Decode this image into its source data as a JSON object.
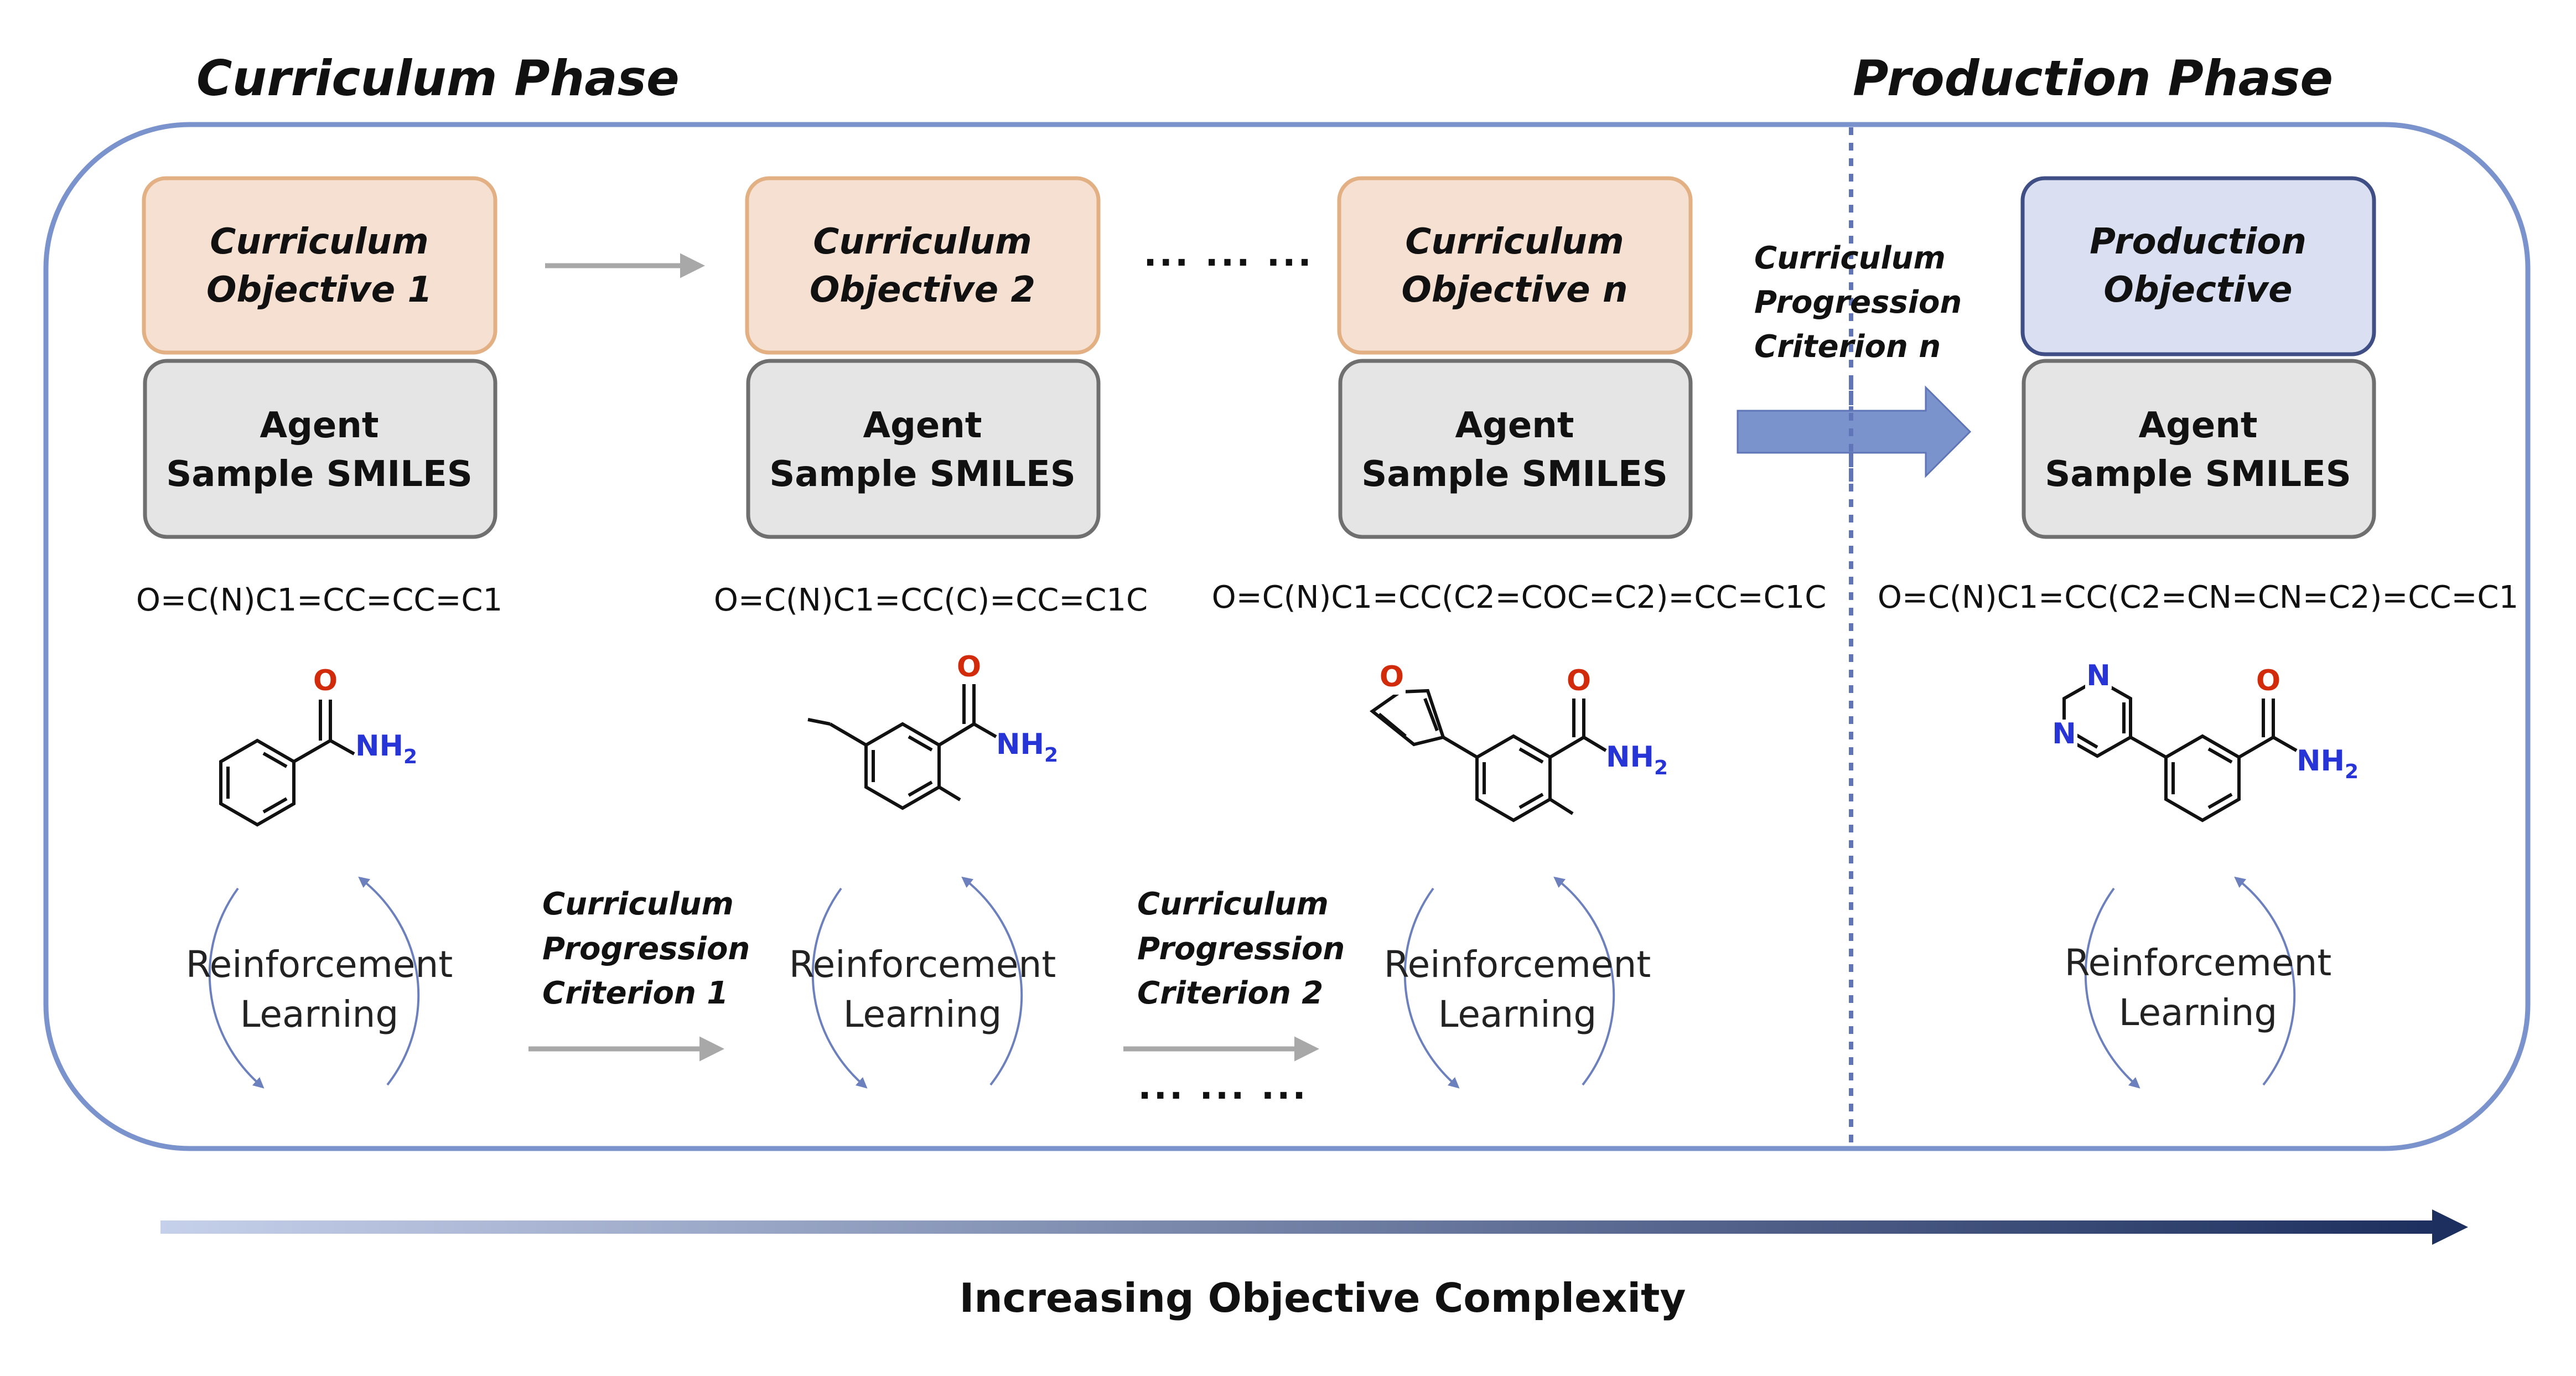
{
  "phases": {
    "curriculum": "Curriculum Phase",
    "production": "Production Phase"
  },
  "stages": [
    {
      "objective_line1": "Curriculum",
      "objective_line2": "Objective 1",
      "agent_line1": "Agent",
      "agent_line2": "Sample SMILES",
      "smiles": "O=C(N)C1=CC=CC=C1",
      "rl_line1": "Reinforcement",
      "rl_line2": "Learning"
    },
    {
      "objective_line1": "Curriculum",
      "objective_line2": "Objective 2",
      "agent_line1": "Agent",
      "agent_line2": "Sample SMILES",
      "smiles": "O=C(N)C1=CC(C)=CC=C1C",
      "rl_line1": "Reinforcement",
      "rl_line2": "Learning"
    },
    {
      "objective_line1": "Curriculum",
      "objective_line2": "Objective n",
      "agent_line1": "Agent",
      "agent_line2": "Sample SMILES",
      "smiles": "O=C(N)C1=CC(C2=COC=C2)=CC=C1C",
      "rl_line1": "Reinforcement",
      "rl_line2": "Learning"
    },
    {
      "objective_line1": "Production",
      "objective_line2": "Objective",
      "agent_line1": "Agent",
      "agent_line2": "Sample SMILES",
      "smiles": "O=C(N)C1=CC(C2=CN=CN=C2)=CC=C1",
      "rl_line1": "Reinforcement",
      "rl_line2": "Learning"
    }
  ],
  "criteria": {
    "c1": [
      "Curriculum",
      "Progression",
      "Criterion 1"
    ],
    "c2": [
      "Curriculum",
      "Progression",
      "Criterion 2"
    ],
    "cn": [
      "Curriculum",
      "Progression",
      "Criterion n"
    ]
  },
  "ellipsis": "... ... ...",
  "atoms": {
    "o": "O",
    "n": "N",
    "nh": "NH",
    "sub2": "2"
  },
  "axis_label": "Increasing Objective Complexity",
  "colors": {
    "frame": "#7b93cc",
    "curriculum_fill": "#f5e0d2",
    "curriculum_stroke": "#e2b083",
    "production_fill": "#dae0f1",
    "production_stroke": "#3f4f86",
    "agent_fill": "#e6e5e5",
    "agent_stroke": "#6f6f6f",
    "arrow_gray": "#a8a8a8",
    "big_arrow": "#7b93cc",
    "rl_arc": "#6c80bd",
    "gradient_start": "#c5d0ea",
    "gradient_end": "#1d2f5e"
  }
}
